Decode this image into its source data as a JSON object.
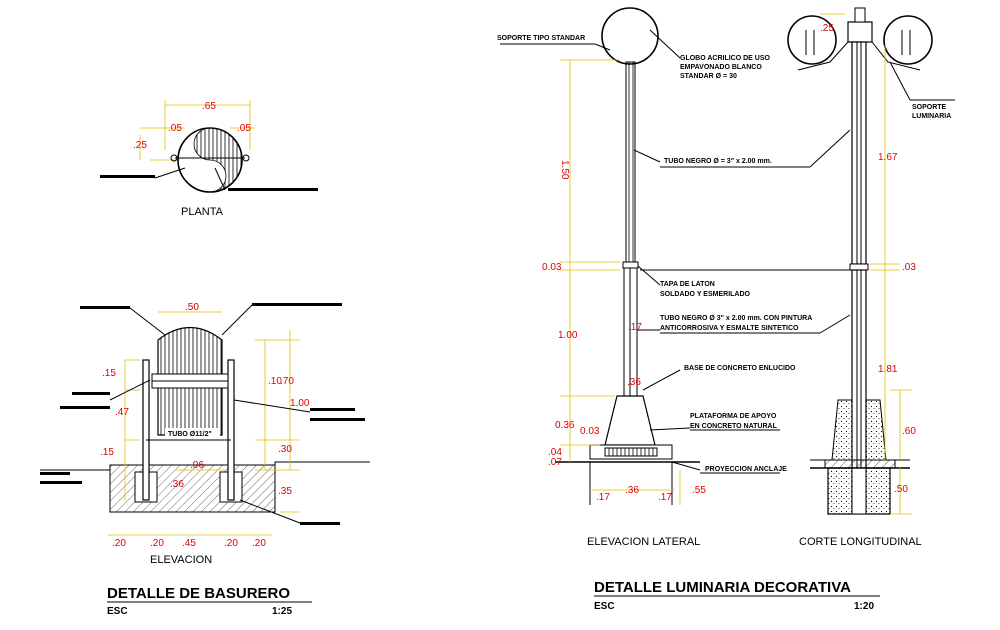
{
  "left": {
    "plan_label": "PLANTA",
    "elev_label": "ELEVACION",
    "title": "DETALLE DE BASURERO",
    "esc_label": "ESC",
    "scale": "1:25",
    "tube_label": "TUBO Ø11/2\"",
    "plan_dims": {
      "width": ".65",
      "left": ".05",
      "right": ".05",
      "height": ".25"
    },
    "elev_dims": {
      "top": ".50",
      "d15": ".15",
      "d47": ".47",
      "d15b": ".15",
      "d10": ".10",
      "d70": ".70",
      "d100": "1.00",
      "d30": ".30",
      "d35": ".35",
      "d06": ".06",
      "d36": ".36",
      "b1": ".20",
      "b2": ".20",
      "b3": ".45",
      "b4": ".20",
      "b5": ".20"
    }
  },
  "right": {
    "title": "DETALLE LUMINARIA DECORATIVA",
    "esc_label": "ESC",
    "scale": "1:20",
    "view_left": "ELEVACION LATERAL",
    "view_right": "CORTE LONGITUDINAL",
    "labels": {
      "soporte": "SOPORTE TIPO STANDAR",
      "globo1": "GLOBO ACRILICO DE USO",
      "globo2": "EMPAVONADO BLANCO",
      "globo3": "STANDAR Ø = 30",
      "tubo1": "TUBO NEGRO Ø = 3\" x 2.00 mm.",
      "tapa1": "TAPA DE LATON",
      "tapa2": "SOLDADO Y ESMERILADO",
      "tubo2a": "TUBO NEGRO Ø 3\" x 2.00 mm. CON PINTURA",
      "tubo2b": "ANTICORROSIVA Y ESMALTE SINTETICO",
      "base": "BASE DE CONCRETO ENLUCIDO",
      "plat1": "PLATAFORMA DE APOYO",
      "plat2": "EN CONCRETO NATURAL",
      "proy": "PROYECCION ANCLAJE",
      "sop_lum1": "SOPORTE",
      "sop_lum2": "LUMINARIA"
    },
    "dims": {
      "d150": "1.50",
      "d003": "0.03",
      "d100": "1.00",
      "d036": "0.36",
      "d003b": "0.03",
      "d04": ".04",
      "d07": ".07",
      "d17a": ".17",
      "d36": ".36",
      "d17b": ".17",
      "d55": ".55",
      "d25": ".25",
      "d167": "1.67",
      "d03": ".03",
      "d181": "1.81",
      "d60": ".60",
      "d50": ".50",
      "d17c": ".17",
      "d36b": ".36"
    }
  }
}
